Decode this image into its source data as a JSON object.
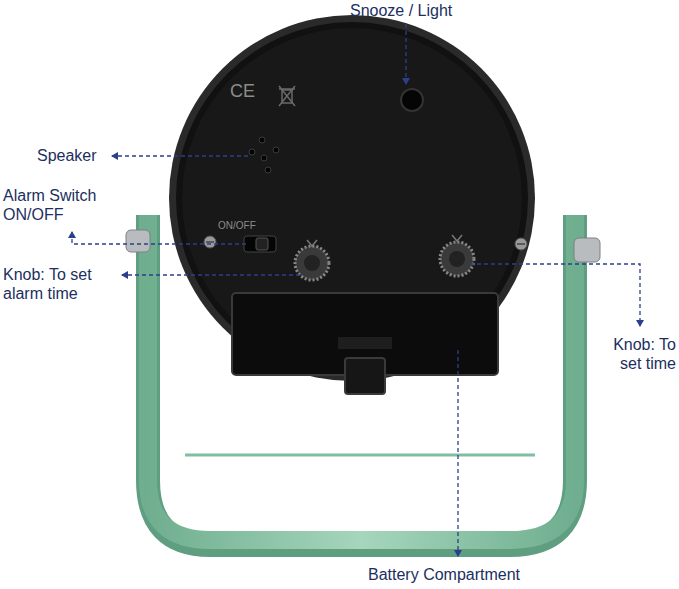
{
  "diagram": {
    "labels": [
      "Snooze / Light",
      "CE",
      "Speaker",
      "ON/OFF",
      "Alarm Switch ON/OFF",
      "Knob: To set alarm time",
      "Knob: To set time",
      "Battery Compartment"
    ]
  }
}
